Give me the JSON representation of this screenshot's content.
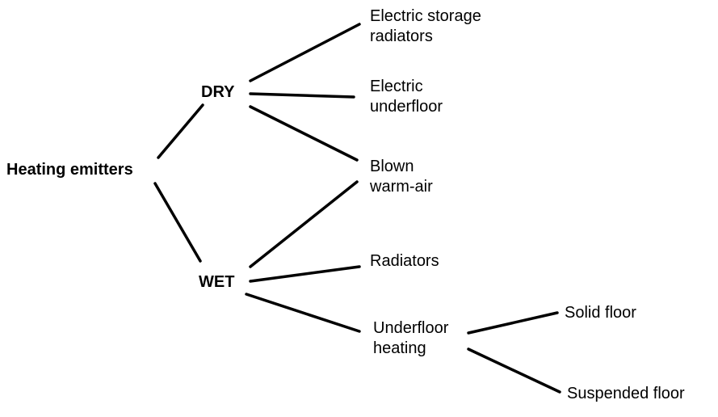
{
  "diagram": {
    "type": "tree",
    "root": {
      "id": "root",
      "lines": [
        "Heating emitters"
      ]
    },
    "nodes": [
      {
        "id": "dry",
        "lines": [
          "DRY"
        ]
      },
      {
        "id": "wet",
        "lines": [
          "WET"
        ]
      },
      {
        "id": "esr",
        "lines": [
          "Electric storage",
          "radiators"
        ]
      },
      {
        "id": "euf",
        "lines": [
          "Electric",
          "underfloor"
        ]
      },
      {
        "id": "blown",
        "lines": [
          "Blown",
          "warm-air"
        ]
      },
      {
        "id": "rad",
        "lines": [
          "Radiators"
        ]
      },
      {
        "id": "ufh",
        "lines": [
          "Underfloor",
          "heating"
        ]
      },
      {
        "id": "solid",
        "lines": [
          "Solid floor"
        ]
      },
      {
        "id": "susp",
        "lines": [
          "Suspended floor"
        ]
      }
    ],
    "edges": [
      {
        "from": "root",
        "to": "dry"
      },
      {
        "from": "root",
        "to": "wet"
      },
      {
        "from": "dry",
        "to": "esr"
      },
      {
        "from": "dry",
        "to": "euf"
      },
      {
        "from": "dry",
        "to": "blown"
      },
      {
        "from": "wet",
        "to": "blown"
      },
      {
        "from": "wet",
        "to": "rad"
      },
      {
        "from": "wet",
        "to": "ufh"
      },
      {
        "from": "ufh",
        "to": "solid"
      },
      {
        "from": "ufh",
        "to": "susp"
      }
    ],
    "line_color": "#000000"
  }
}
